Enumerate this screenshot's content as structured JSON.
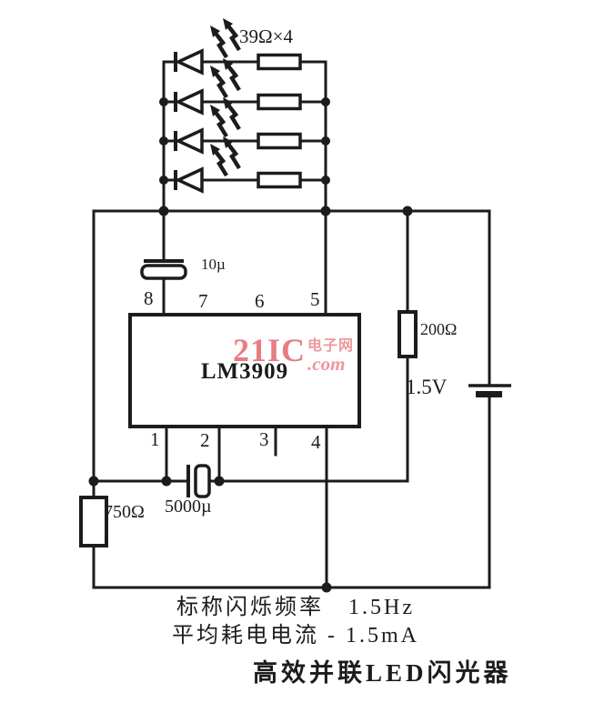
{
  "components": {
    "led_array_label": "39Ω×4",
    "timing_cap": "10µ",
    "right_resistor": "200Ω",
    "battery_voltage": "1.5V",
    "left_resistor": "750Ω",
    "storage_cap": "5000µ"
  },
  "ic": {
    "name": "LM3909",
    "pins_top": [
      "8",
      "7",
      "6",
      "5"
    ],
    "pins_bottom": [
      "1",
      "2",
      "3",
      "4"
    ]
  },
  "notes": {
    "line1": "标称闪烁频率　1.5Hz",
    "line2": "平均耗电电流 - 1.5mA"
  },
  "title": "高效并联LED闪光器",
  "watermark": {
    "brand": "21IC",
    "site_cn": "电子网",
    "site_suffix": ".com",
    "color_main": "#e05c62",
    "color_light": "#ec8c92"
  },
  "colors": {
    "ink": "#1c1c1c",
    "background": "#ffffff"
  }
}
